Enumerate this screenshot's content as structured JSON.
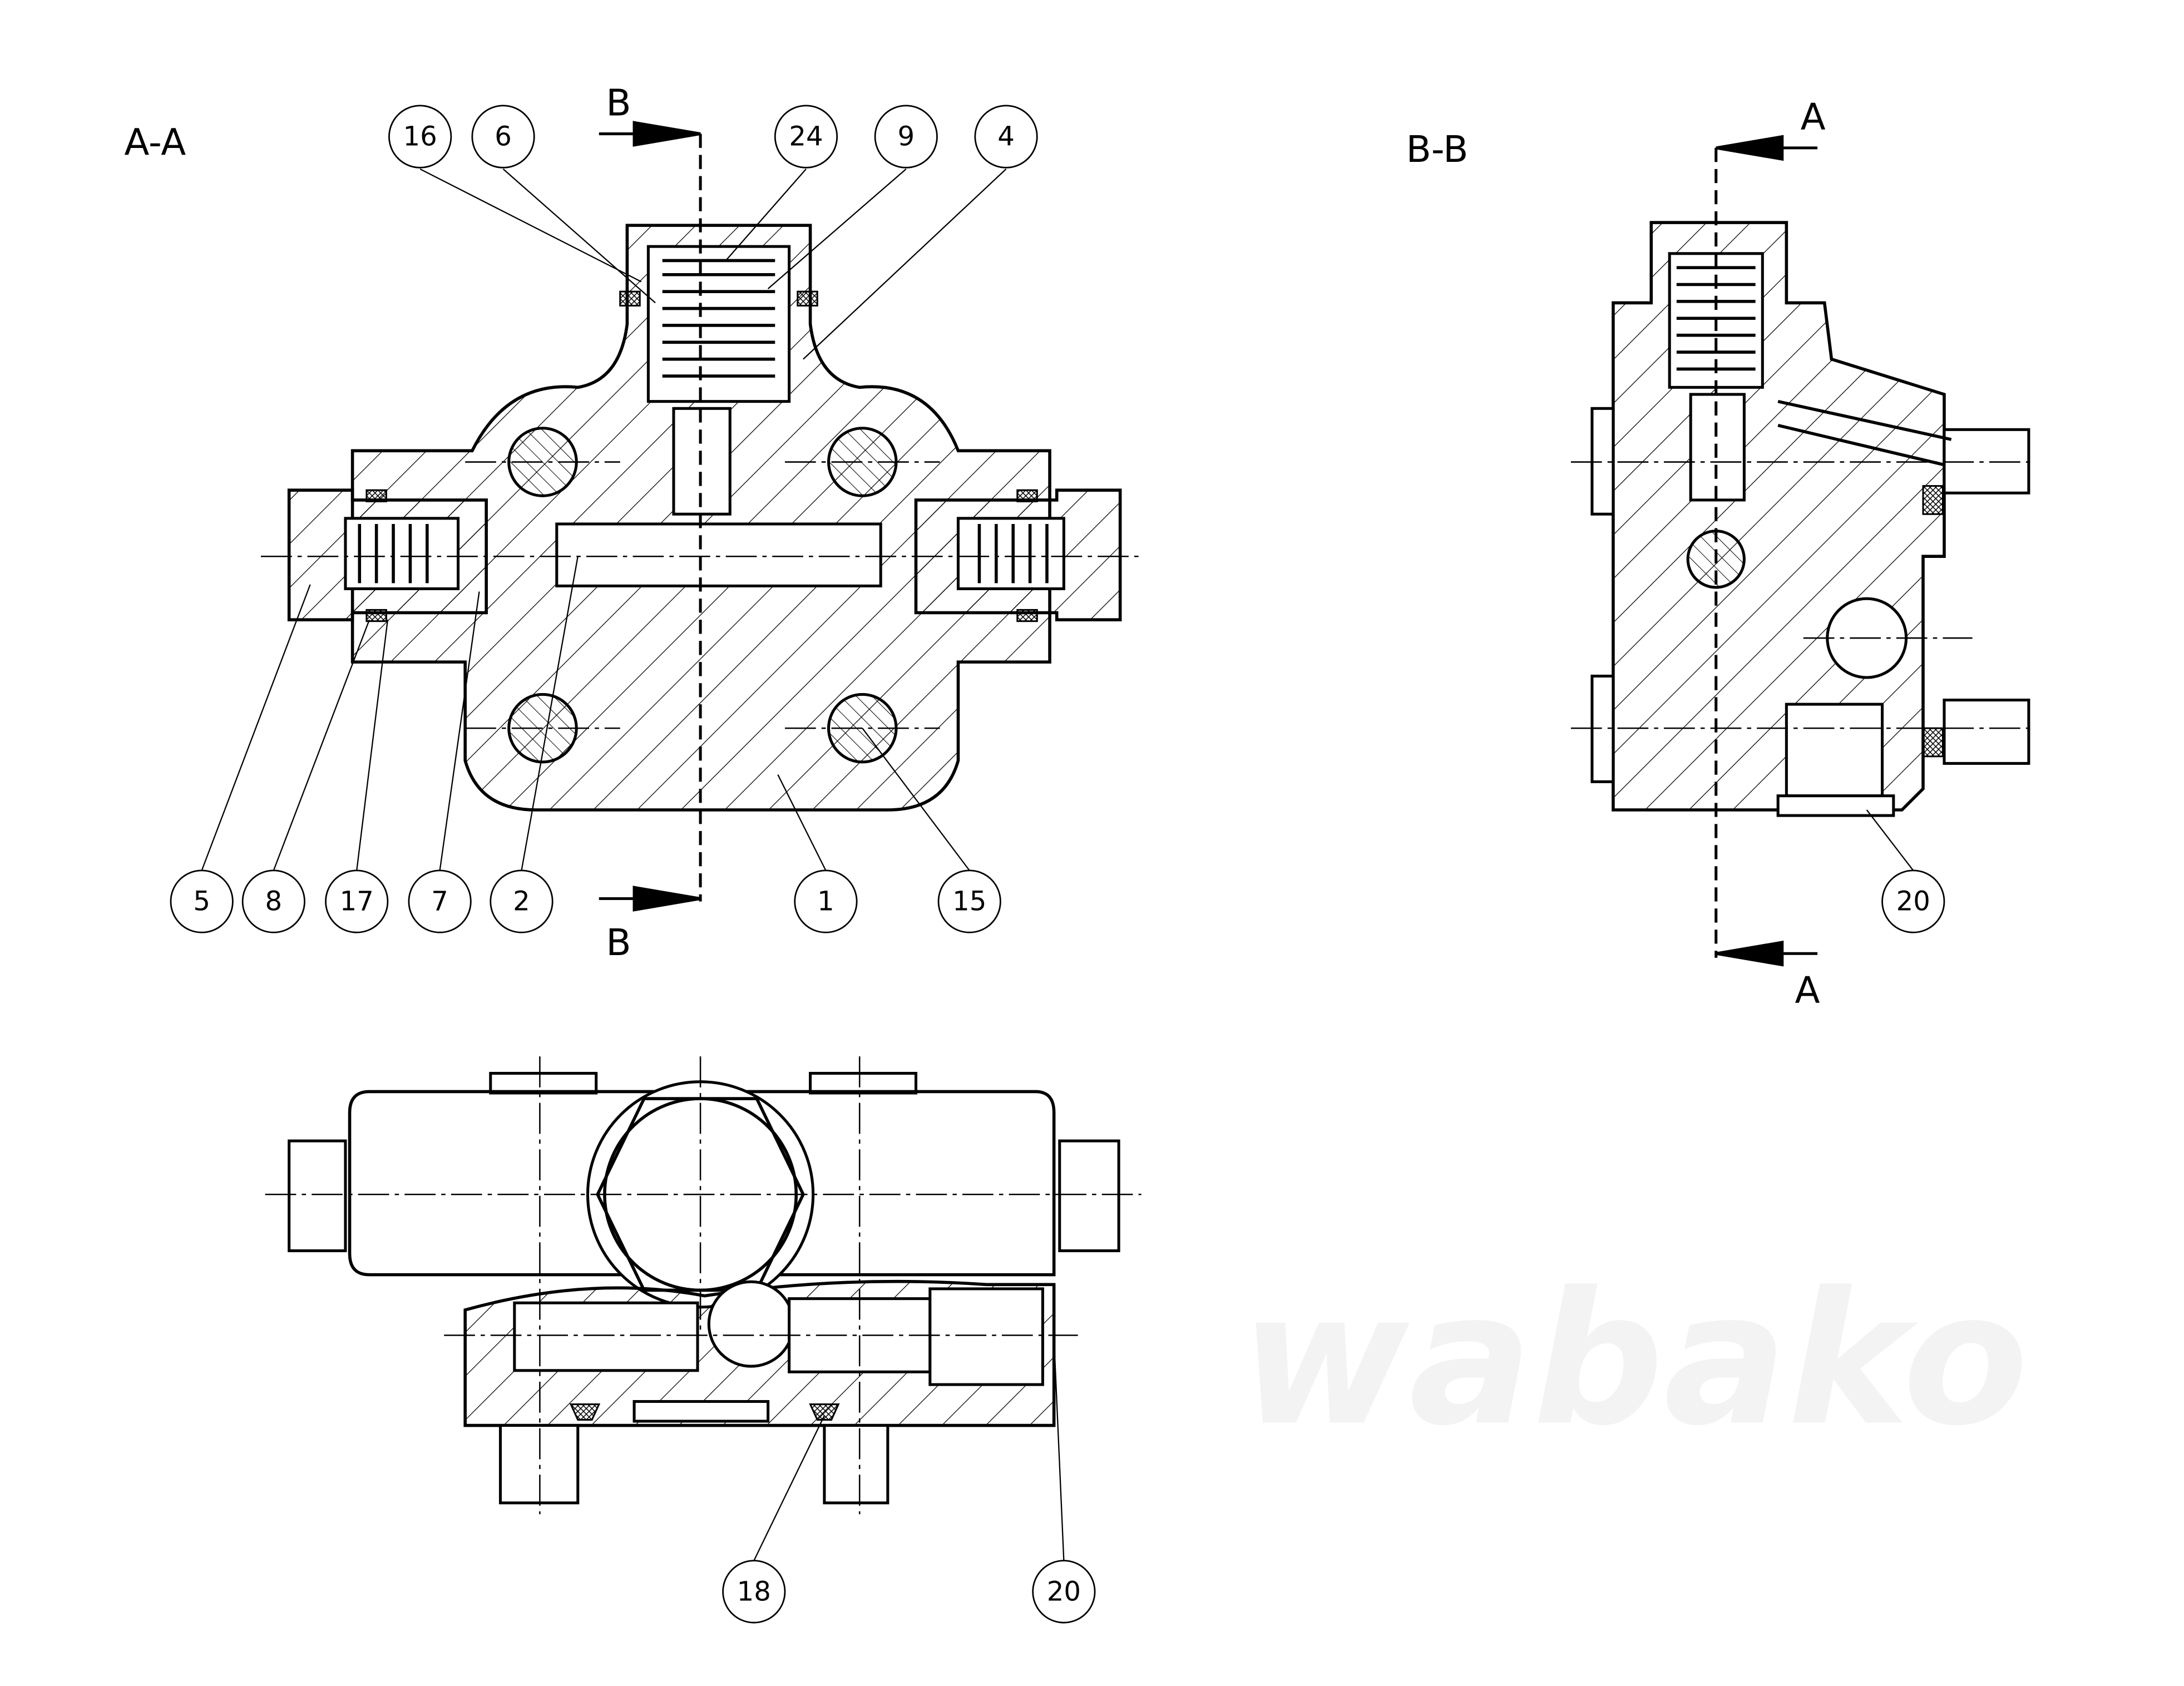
{
  "watermark": "wabako",
  "views": {
    "section_aa": {
      "title": "A-A",
      "cut_mark_top": "B",
      "cut_mark_bottom": "B"
    },
    "section_bb": {
      "title": "B-B",
      "cut_mark_top": "A",
      "cut_mark_bottom": "A"
    }
  },
  "balloons": {
    "aa_top": [
      "16",
      "6",
      "24",
      "9",
      "4"
    ],
    "aa_bottom": [
      "5",
      "8",
      "17",
      "7",
      "2",
      "1",
      "15"
    ],
    "bb": [
      "20"
    ],
    "bottom_view": [
      "18",
      "20"
    ]
  }
}
